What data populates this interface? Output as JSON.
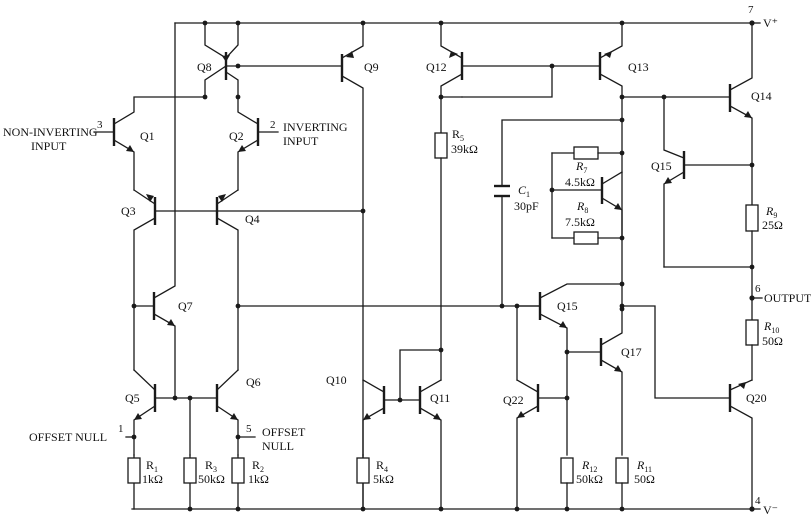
{
  "supply": {
    "pos_pin": "7",
    "pos": "V⁺",
    "neg_pin": "4",
    "neg": "V⁻"
  },
  "pins": {
    "noninv_num": "3",
    "noninv_line1": "NON-INVERTING",
    "noninv_line2": "INPUT",
    "inv_num": "2",
    "inv_line1": "INVERTING",
    "inv_line2": "INPUT",
    "output_num": "6",
    "output": "OUTPUT",
    "null1_num": "1",
    "null1": "OFFSET NULL",
    "null5_num": "5",
    "null5_line1": "OFFSET",
    "null5_line2": "NULL"
  },
  "transistors": {
    "q1": "Q1",
    "q2": "Q2",
    "q3": "Q3",
    "q4": "Q4",
    "q5": "Q5",
    "q6": "Q6",
    "q7": "Q7",
    "q8": "Q8",
    "q9": "Q9",
    "q10": "Q10",
    "q11": "Q11",
    "q12": "Q12",
    "q13": "Q13",
    "q14": "Q14",
    "q15a": "Q15",
    "q15b": "Q15",
    "q17": "Q17",
    "q20": "Q20",
    "q22": "Q22"
  },
  "components": {
    "r1": {
      "sym": "R",
      "sub": "1",
      "val": "1kΩ"
    },
    "r2": {
      "sym": "R",
      "sub": "2",
      "val": "1kΩ"
    },
    "r3": {
      "sym": "R",
      "sub": "3",
      "val": "50kΩ"
    },
    "r4": {
      "sym": "R",
      "sub": "4",
      "val": "5kΩ"
    },
    "r5": {
      "sym": "R",
      "sub": "5",
      "val": "39kΩ"
    },
    "r7": {
      "sym": "R",
      "sub": "7",
      "val": "4.5kΩ"
    },
    "r8": {
      "sym": "R",
      "sub": "8",
      "val": "7.5kΩ"
    },
    "r9": {
      "sym": "R",
      "sub": "9",
      "val": "25Ω"
    },
    "r10": {
      "sym": "R",
      "sub": "10",
      "val": "50Ω"
    },
    "r11": {
      "sym": "R",
      "sub": "11",
      "val": "50Ω"
    },
    "r12": {
      "sym": "R",
      "sub": "12",
      "val": "50kΩ"
    },
    "c1": {
      "sym": "C",
      "sub": "1",
      "val": "30pF"
    }
  }
}
